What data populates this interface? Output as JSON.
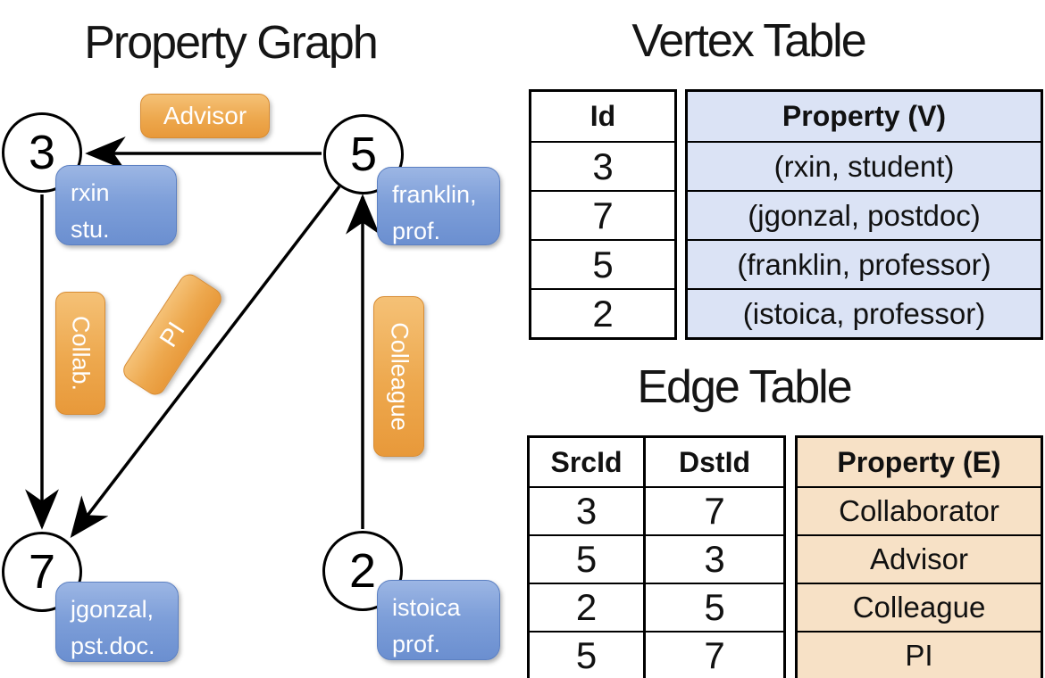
{
  "graph": {
    "title": "Property Graph",
    "nodes": [
      {
        "id": "3",
        "prop1": "rxin",
        "prop2": "stu."
      },
      {
        "id": "5",
        "prop1": "franklin,",
        "prop2": "prof."
      },
      {
        "id": "7",
        "prop1": "jgonzal,",
        "prop2": "pst.doc."
      },
      {
        "id": "2",
        "prop1": "istoica",
        "prop2": "prof."
      }
    ],
    "edge_labels": [
      {
        "label": "Advisor"
      },
      {
        "label": "Collab."
      },
      {
        "label": "PI"
      },
      {
        "label": "Colleague"
      }
    ]
  },
  "vertex_table": {
    "title": "Vertex Table",
    "headers": {
      "id": "Id",
      "property": "Property (V)"
    },
    "rows": [
      {
        "id": "3",
        "property": "(rxin, student)"
      },
      {
        "id": "7",
        "property": "(jgonzal, postdoc)"
      },
      {
        "id": "5",
        "property": "(franklin, professor)"
      },
      {
        "id": "2",
        "property": "(istoica, professor)"
      }
    ]
  },
  "edge_table": {
    "title": "Edge Table",
    "headers": {
      "src": "SrcId",
      "dst": "DstId",
      "property": "Property (E)"
    },
    "rows": [
      {
        "src": "3",
        "dst": "7",
        "property": "Collaborator"
      },
      {
        "src": "5",
        "dst": "3",
        "property": "Advisor"
      },
      {
        "src": "2",
        "dst": "5",
        "property": "Colleague"
      },
      {
        "src": "5",
        "dst": "7",
        "property": "PI"
      }
    ]
  },
  "colors": {
    "node_box_blue": "#7e9fd9",
    "edge_label_orange": "#eda84e",
    "vertex_cell_fill": "#dbe3f5",
    "edge_cell_fill": "#f7e1c6",
    "line": "#000000"
  }
}
